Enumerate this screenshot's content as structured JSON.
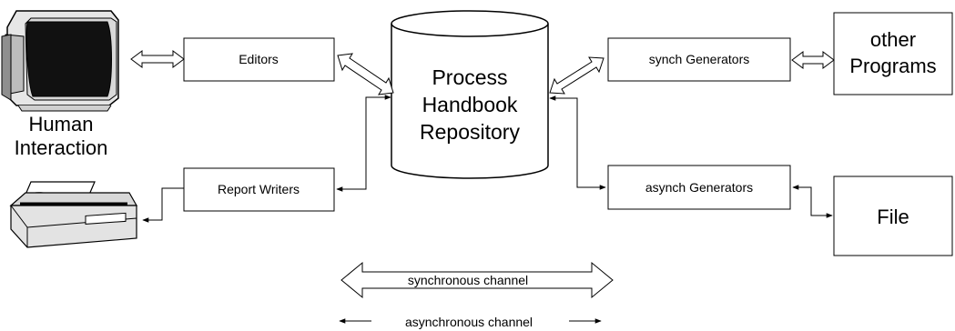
{
  "repository": {
    "lines": [
      "Process",
      "Handbook",
      "Repository"
    ]
  },
  "boxes": {
    "editors": "Editors",
    "report_writers": "Report Writers",
    "synch_generators": "synch Generators",
    "asynch_generators": "asynch Generators",
    "other_programs": [
      "other",
      "Programs"
    ],
    "file": "File"
  },
  "human_interaction": [
    "Human",
    "Interaction"
  ],
  "legend": {
    "synchronous": "synchronous channel",
    "asynchronous": "asynchronous channel"
  },
  "icons": [
    "monitor-icon",
    "printer-icon"
  ]
}
